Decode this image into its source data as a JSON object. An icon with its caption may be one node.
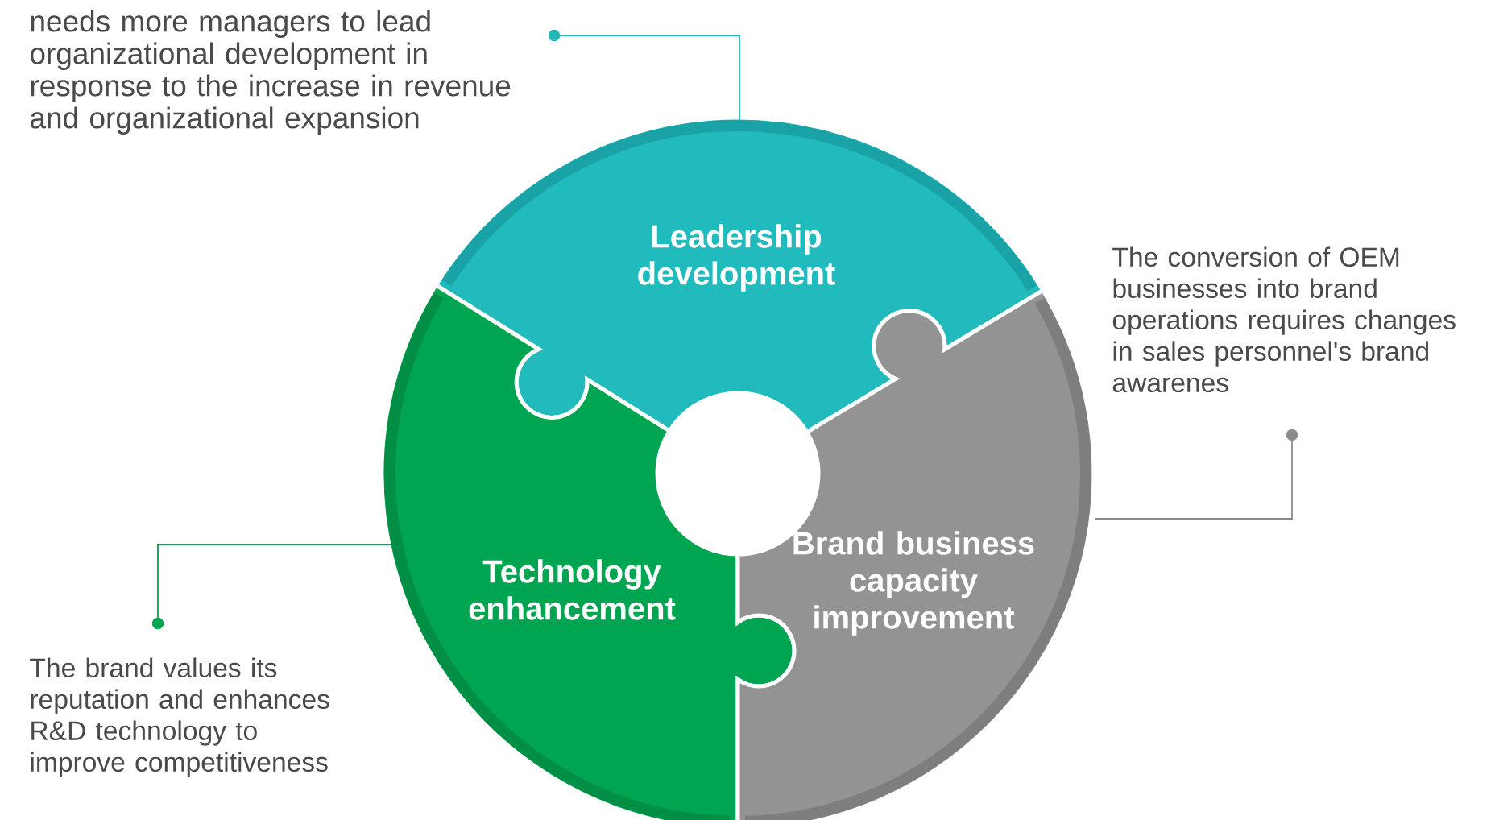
{
  "diagram": {
    "nodes": [
      {
        "text": [
          "Leadership development"
        ]
      },
      {
        "text": [
          "Technology enhancement"
        ]
      },
      {
        "text": [
          "Brand business capacity improvement"
        ]
      },
      {
        "text": [
          "needs more managers to lead organizational development in response to the increase in revenue and organizational expansion"
        ]
      },
      {
        "text": [
          "The conversion of OEM businesses into brand operations requires changes in sales personnel's brand awarenes"
        ]
      },
      {
        "text": [
          "The brand values its reputation and enhances R&D technology to improve competitiveness"
        ]
      }
    ],
    "edges": [
      {
        "from": 3,
        "to": 0,
        "arrow": "other",
        "color": "#22b8b8"
      },
      {
        "from": 4,
        "to": 2,
        "arrow": "other",
        "color": "#8c8c8c"
      },
      {
        "from": 5,
        "to": 1,
        "arrow": "other",
        "color": "#00a551"
      }
    ]
  }
}
